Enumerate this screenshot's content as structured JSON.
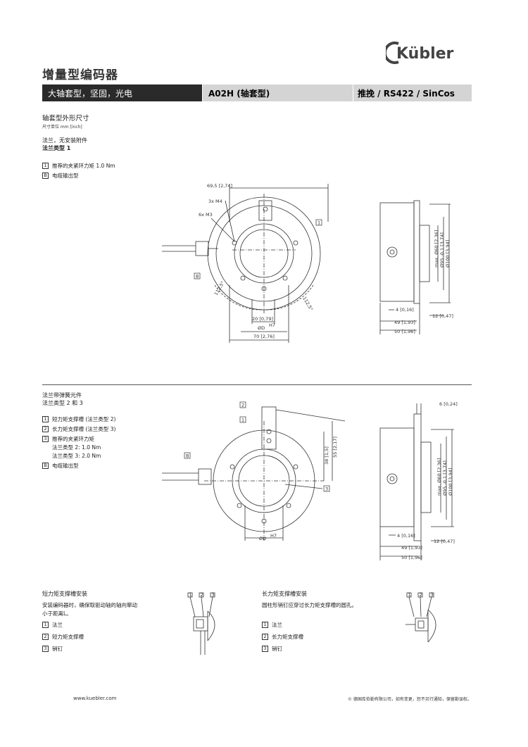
{
  "brand": {
    "name": "Kübler"
  },
  "page": {
    "title": "增量型编码器"
  },
  "header": {
    "col1": "大轴套型，坚固，光电",
    "col2": "A02H (轴套型)",
    "col3": "推挽 / RS422 / SinCos"
  },
  "section1": {
    "title": "轴套型外形尺寸",
    "unit_note": "尺寸单位 mm [inch]",
    "flange_line1": "法兰，无安装附件",
    "flange_line2": "法兰类型 1",
    "legend": [
      {
        "key": "1",
        "text": "推荐的夹紧环力矩 1.0 Nm"
      },
      {
        "key": "B",
        "text": "电缆输出型"
      }
    ],
    "dims": {
      "d_69": "69,5 [2,74]",
      "d_3xm4": "3x M4",
      "d_6xm3": "6x M3",
      "d_112a": "112,5°",
      "d_112b": "112,5°",
      "d_20": "20 [0,79]",
      "d_od": "ØD",
      "d_h7": "H7",
      "d_70": "70 [2,76]",
      "d_60": "max. Ø60 [2,36]",
      "d_95": "Ø95 -0,1 [3,74]",
      "d_100": "Ø100 [3,94]",
      "d_4": "4 [0,16]",
      "d_12": "12 [0,47]",
      "d_49": "49 [1,93]",
      "d_50": "50 [1,96]",
      "lbl_1": "1",
      "lbl_b": "B"
    }
  },
  "section2": {
    "line1": "法兰带弹簧元件",
    "line2": "法兰类型 2 和 3",
    "legend": [
      {
        "key": "1",
        "text": "短力矩支撑槽 (法兰类型 2)"
      },
      {
        "key": "2",
        "text": "长力矩支撑槽 (法兰类型 3)"
      },
      {
        "key": "3",
        "text": "推荐的夹紧环力矩"
      },
      {
        "key": "B",
        "text": "电缆输出型"
      }
    ],
    "torque_line1": "法兰类型 2:  1.0 Nm",
    "torque_line2": "法兰类型 3:  2.0 Nm",
    "dims": {
      "d_38": "38 [1,5]",
      "d_55": "55 [2,17]",
      "d_6": "6 [0,24]",
      "d_od": "ØD",
      "d_h7": "H7",
      "d_60": "max. Ø60 [2,36]",
      "d_95": "Ø95 -0,1 [3,74]",
      "d_100": "Ø100 [3,94]",
      "d_4": "4 [0,16]",
      "d_12": "12 [0,47]",
      "d_49": "49 [1,93]",
      "d_50": "50 [1,96]",
      "lbl_1": "1",
      "lbl_2": "2",
      "lbl_3": "3",
      "lbl_b": "B"
    }
  },
  "section3": {
    "left": {
      "title": "短力矩支撑槽安装",
      "desc1": "安装编码器时，确保取驱动轴的轴向窜动",
      "desc2": "小于距离L。",
      "legend": [
        {
          "key": "1",
          "text": "法兰"
        },
        {
          "key": "2",
          "text": "短力矩支撑槽"
        },
        {
          "key": "3",
          "text": "销钉"
        }
      ]
    },
    "right": {
      "title": "长力矩支撑槽安装",
      "desc1": "圆柱形销钉应穿过长力矩支撑槽的圆孔。",
      "legend": [
        {
          "key": "1",
          "text": "法兰"
        },
        {
          "key": "2",
          "text": "长力矩支撑槽"
        },
        {
          "key": "3",
          "text": "销钉"
        }
      ]
    },
    "fig_labels": [
      "1",
      "2",
      "3"
    ]
  },
  "footer": {
    "url": "www.kuebler.com",
    "note": "© 德国库伯勒有限公司，如有变更，恕不另行通知，保留勘误权。"
  }
}
